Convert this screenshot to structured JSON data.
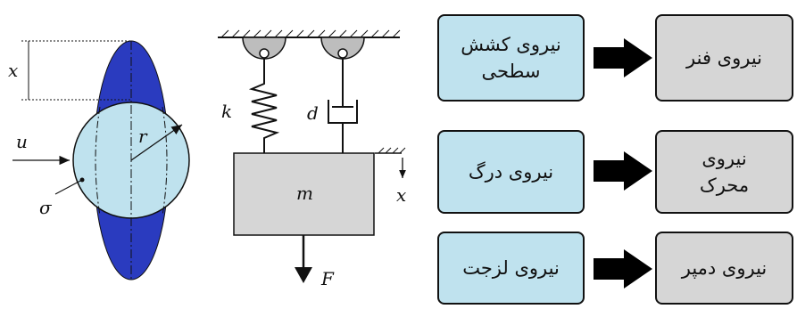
{
  "bubble_labels": {
    "x": "x",
    "u": "u",
    "r": "r",
    "sigma": "σ"
  },
  "system_labels": {
    "k": "k",
    "d": "d",
    "m": "m",
    "x": "x",
    "F": "F"
  },
  "colors": {
    "fluid_blue": "#bfe2ee",
    "drop_blue": "#2a3bbf",
    "gray": "#d6d6d6"
  },
  "flow": [
    {
      "left": "نیروی کشش سطحی",
      "right": "نیروی فنر"
    },
    {
      "left": "نیروی درگ",
      "right": "نیروی محرک"
    },
    {
      "left": "نیروی لزجت",
      "right": "نیروی دمپر"
    }
  ]
}
